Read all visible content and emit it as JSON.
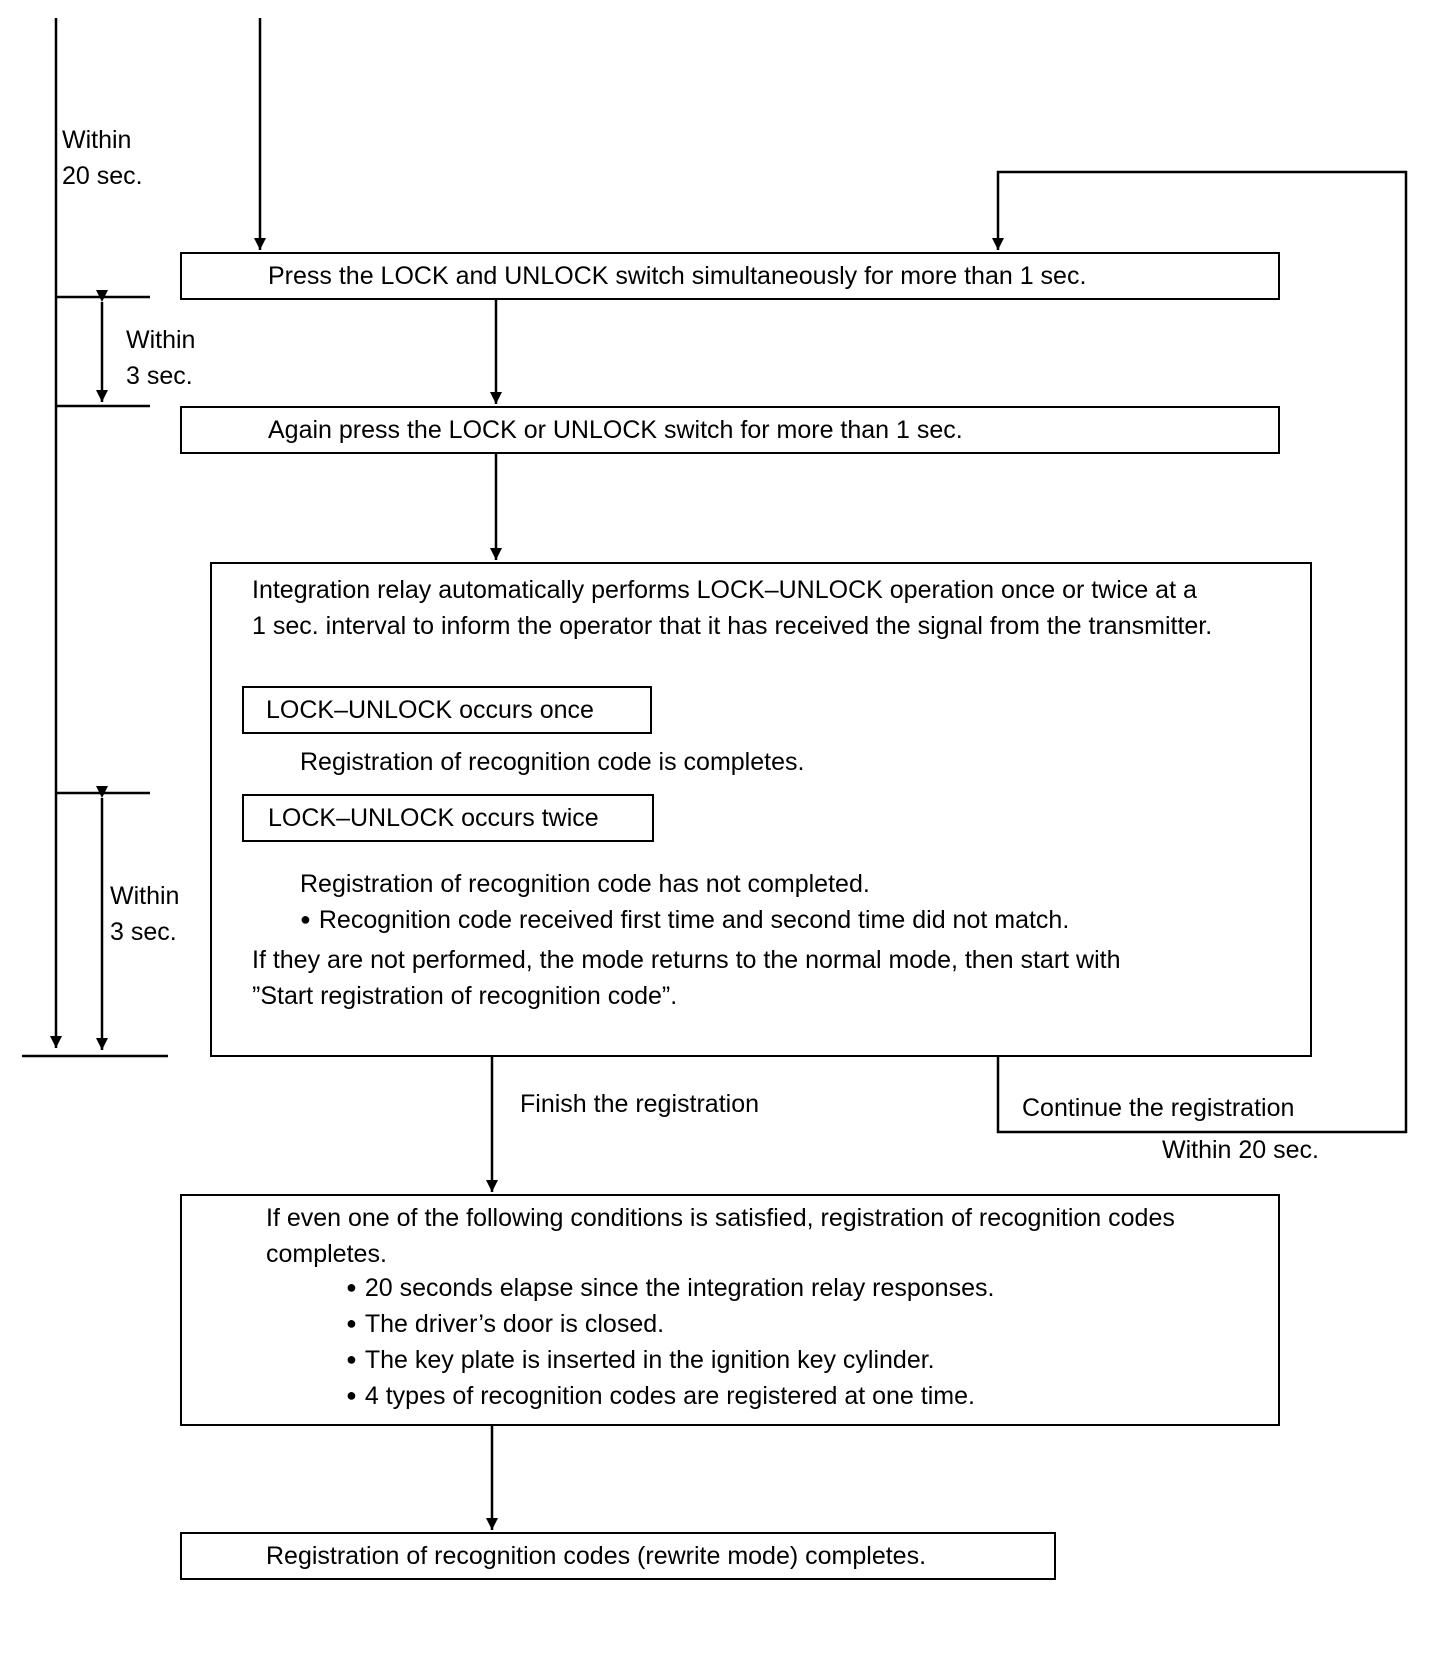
{
  "timing": {
    "within_20_left_line1": "Within",
    "within_20_left_line2": "20 sec.",
    "within_3_top_line1": "Within",
    "within_3_top_line2": "3 sec.",
    "within_3_mid_line1": "Within",
    "within_3_mid_line2": "3 sec.",
    "within_20_right": "Within 20 sec."
  },
  "steps": {
    "press_both": "Press the LOCK and UNLOCK switch simultaneously for more than 1 sec.",
    "press_again": "Again press the LOCK or UNLOCK switch for more than 1 sec.",
    "relay_intro_line1": "Integration relay automatically performs LOCK–UNLOCK operation once or twice at a",
    "relay_intro_line2": "1 sec. interval to inform the operator that it has received the signal from the transmitter.",
    "occurs_once": "LOCK–UNLOCK occurs once",
    "occurs_once_result": "Registration of recognition code is completes.",
    "occurs_twice": "LOCK–UNLOCK occurs twice",
    "occurs_twice_result": "Registration of recognition code has not completed.",
    "occurs_twice_bullet": "Recognition code received first time and second time did not match.",
    "not_performed_line1": "If they are not performed, the mode returns to the normal mode, then start with",
    "not_performed_line2": "”Start registration of recognition code”.",
    "conditions_intro_line1": "If even one of the following conditions is satisfied, registration of recognition codes",
    "conditions_intro_line2": "completes.",
    "conditions": [
      "20 seconds elapse since the integration relay responses.",
      "The driver’s door is closed.",
      "The key plate is inserted in the ignition key cylinder.",
      "4 types of recognition codes are registered at one time."
    ],
    "final": "Registration of recognition codes (rewrite mode) completes."
  },
  "branches": {
    "finish": "Finish the registration",
    "continue": "Continue the registration"
  }
}
